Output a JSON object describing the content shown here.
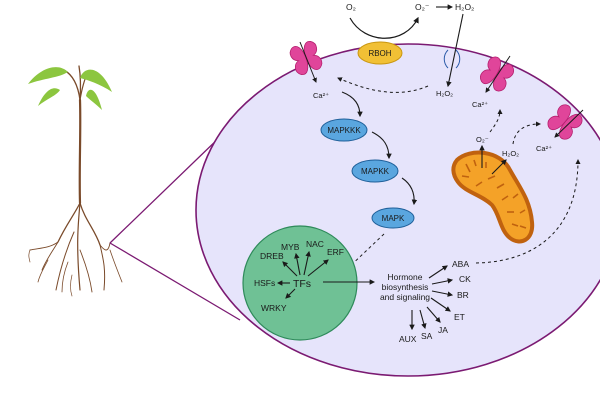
{
  "diagram": {
    "colors": {
      "cell_fill": "#e6e4fb",
      "cell_stroke": "#7b1a72",
      "nucleus_fill": "#6fc195",
      "nucleus_stroke": "#2e8a5a",
      "kinase_fill": "#5aa6df",
      "kinase_stroke": "#1f5f99",
      "rboh_fill": "#f1c035",
      "rboh_stroke": "#c99610",
      "channel_fill": "#e0459a",
      "channel_stroke": "#b5206f",
      "mito_fill": "#f4a228",
      "mito_stroke": "#c0620f",
      "leaf": "#8cc63f",
      "stem": "#7a4a2a"
    },
    "top": {
      "o2": "O₂",
      "superoxide": "O₂⁻",
      "h2o2": "H₂O₂"
    },
    "rboh": "RBOH",
    "h2o2_inside": "H₂O₂",
    "channels": [
      {
        "ca_label": "Ca²⁺"
      },
      {
        "ca_label": "Ca²⁺"
      },
      {
        "ca_label": "Ca²⁺"
      }
    ],
    "cascade": [
      "MAPKKK",
      "MAPKK",
      "MAPK"
    ],
    "nucleus": {
      "center": "TFs",
      "factors": [
        "DREB",
        "MYB",
        "NAC",
        "ERF",
        "HSFs",
        "WRKY"
      ]
    },
    "hormone": {
      "lines": [
        "Hormone",
        "biosynthesis",
        "and signaling"
      ],
      "outputs": [
        "ABA",
        "CK",
        "BR",
        "ET",
        "JA",
        "SA",
        "AUX"
      ]
    },
    "mitochondrion": {
      "o2_label": "O₂⁻",
      "h2o2_label": "H₂O₂"
    }
  }
}
